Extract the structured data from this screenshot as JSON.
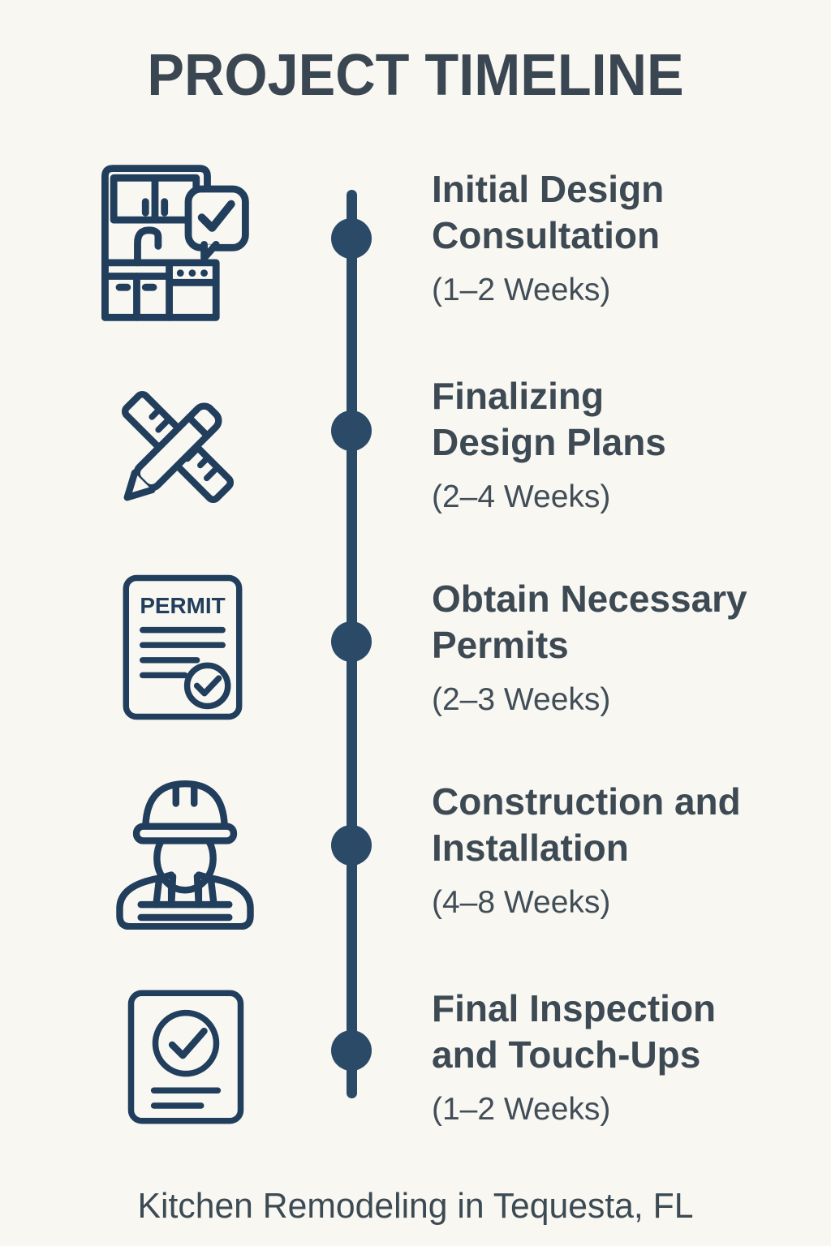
{
  "header": {
    "title": "PROJECT TIMELINE"
  },
  "footer": {
    "caption": "Kitchen Remodeling in Tequesta, FL"
  },
  "colors": {
    "background": "#f9f7f2",
    "timeline_navy": "#2a4a67",
    "icon_navy": "#213e5c",
    "heading_text": "#3d4a54"
  },
  "timeline": {
    "permit_label": "PERMIT",
    "steps": [
      {
        "icon": "kitchen-consultation-icon",
        "title_lines": [
          "Initial Design",
          "Consultation"
        ],
        "duration": "(1–2 Weeks)"
      },
      {
        "icon": "ruler-pencil-icon",
        "title_lines": [
          "Finalizing",
          "Design Plans"
        ],
        "duration": "(2–4 Weeks)"
      },
      {
        "icon": "permit-document-icon",
        "title_lines": [
          "Obtain Necessary",
          "Permits"
        ],
        "duration": "(2–3 Weeks)"
      },
      {
        "icon": "construction-worker-icon",
        "title_lines": [
          "Construction and",
          "Installation"
        ],
        "duration": "(4–8 Weeks)"
      },
      {
        "icon": "final-inspection-icon",
        "title_lines": [
          "Final Inspection",
          "and Touch-Ups"
        ],
        "duration": "(1–2 Weeks)"
      }
    ]
  }
}
